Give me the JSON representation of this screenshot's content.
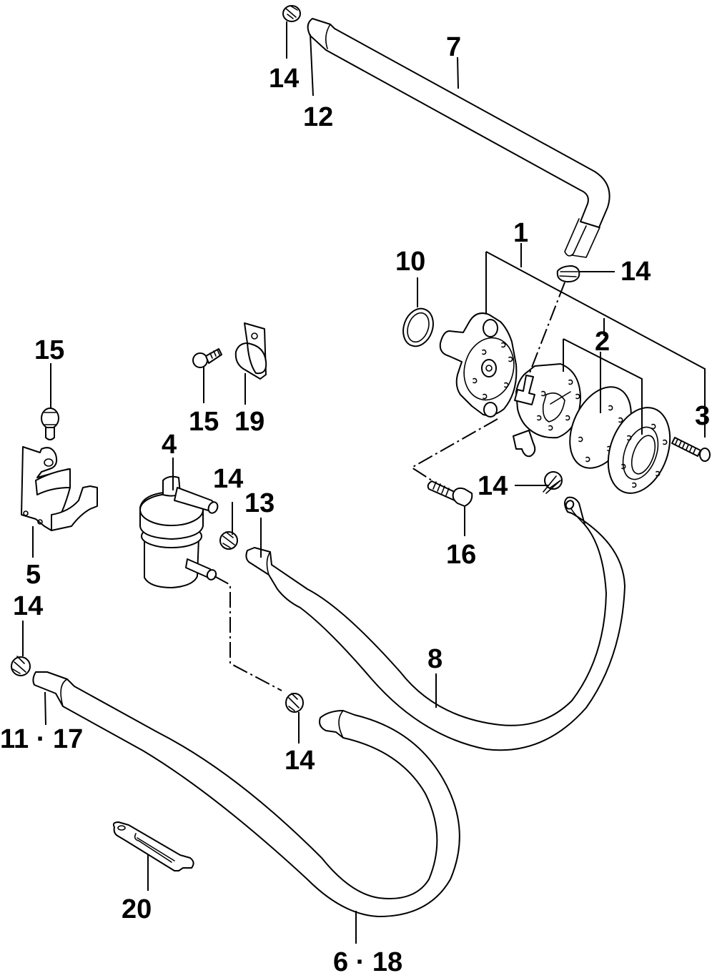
{
  "diagram": {
    "type": "exploded parts diagram",
    "subject": "fuel pump, fuel filter and fuel hoses",
    "colors": {
      "line": "#000000",
      "background": "#ffffff"
    }
  },
  "callouts": [
    {
      "id": "c7",
      "text": "7"
    },
    {
      "id": "c14a",
      "text": "14"
    },
    {
      "id": "c12",
      "text": "12"
    },
    {
      "id": "c1",
      "text": "1"
    },
    {
      "id": "c10",
      "text": "10"
    },
    {
      "id": "c14b",
      "text": "14"
    },
    {
      "id": "c2",
      "text": "2"
    },
    {
      "id": "c3",
      "text": "3"
    },
    {
      "id": "c15a",
      "text": "15"
    },
    {
      "id": "c15b",
      "text": "15"
    },
    {
      "id": "c19",
      "text": "19"
    },
    {
      "id": "c4",
      "text": "4"
    },
    {
      "id": "c14c",
      "text": "14"
    },
    {
      "id": "c13",
      "text": "13"
    },
    {
      "id": "c14d",
      "text": "14"
    },
    {
      "id": "c16",
      "text": "16"
    },
    {
      "id": "c5",
      "text": "5"
    },
    {
      "id": "c14e",
      "text": "14"
    },
    {
      "id": "c8",
      "text": "8"
    },
    {
      "id": "c11_17",
      "text": "11 · 17"
    },
    {
      "id": "c14f",
      "text": "14"
    },
    {
      "id": "c20",
      "text": "20"
    },
    {
      "id": "c6_18",
      "text": "6 · 18"
    }
  ]
}
